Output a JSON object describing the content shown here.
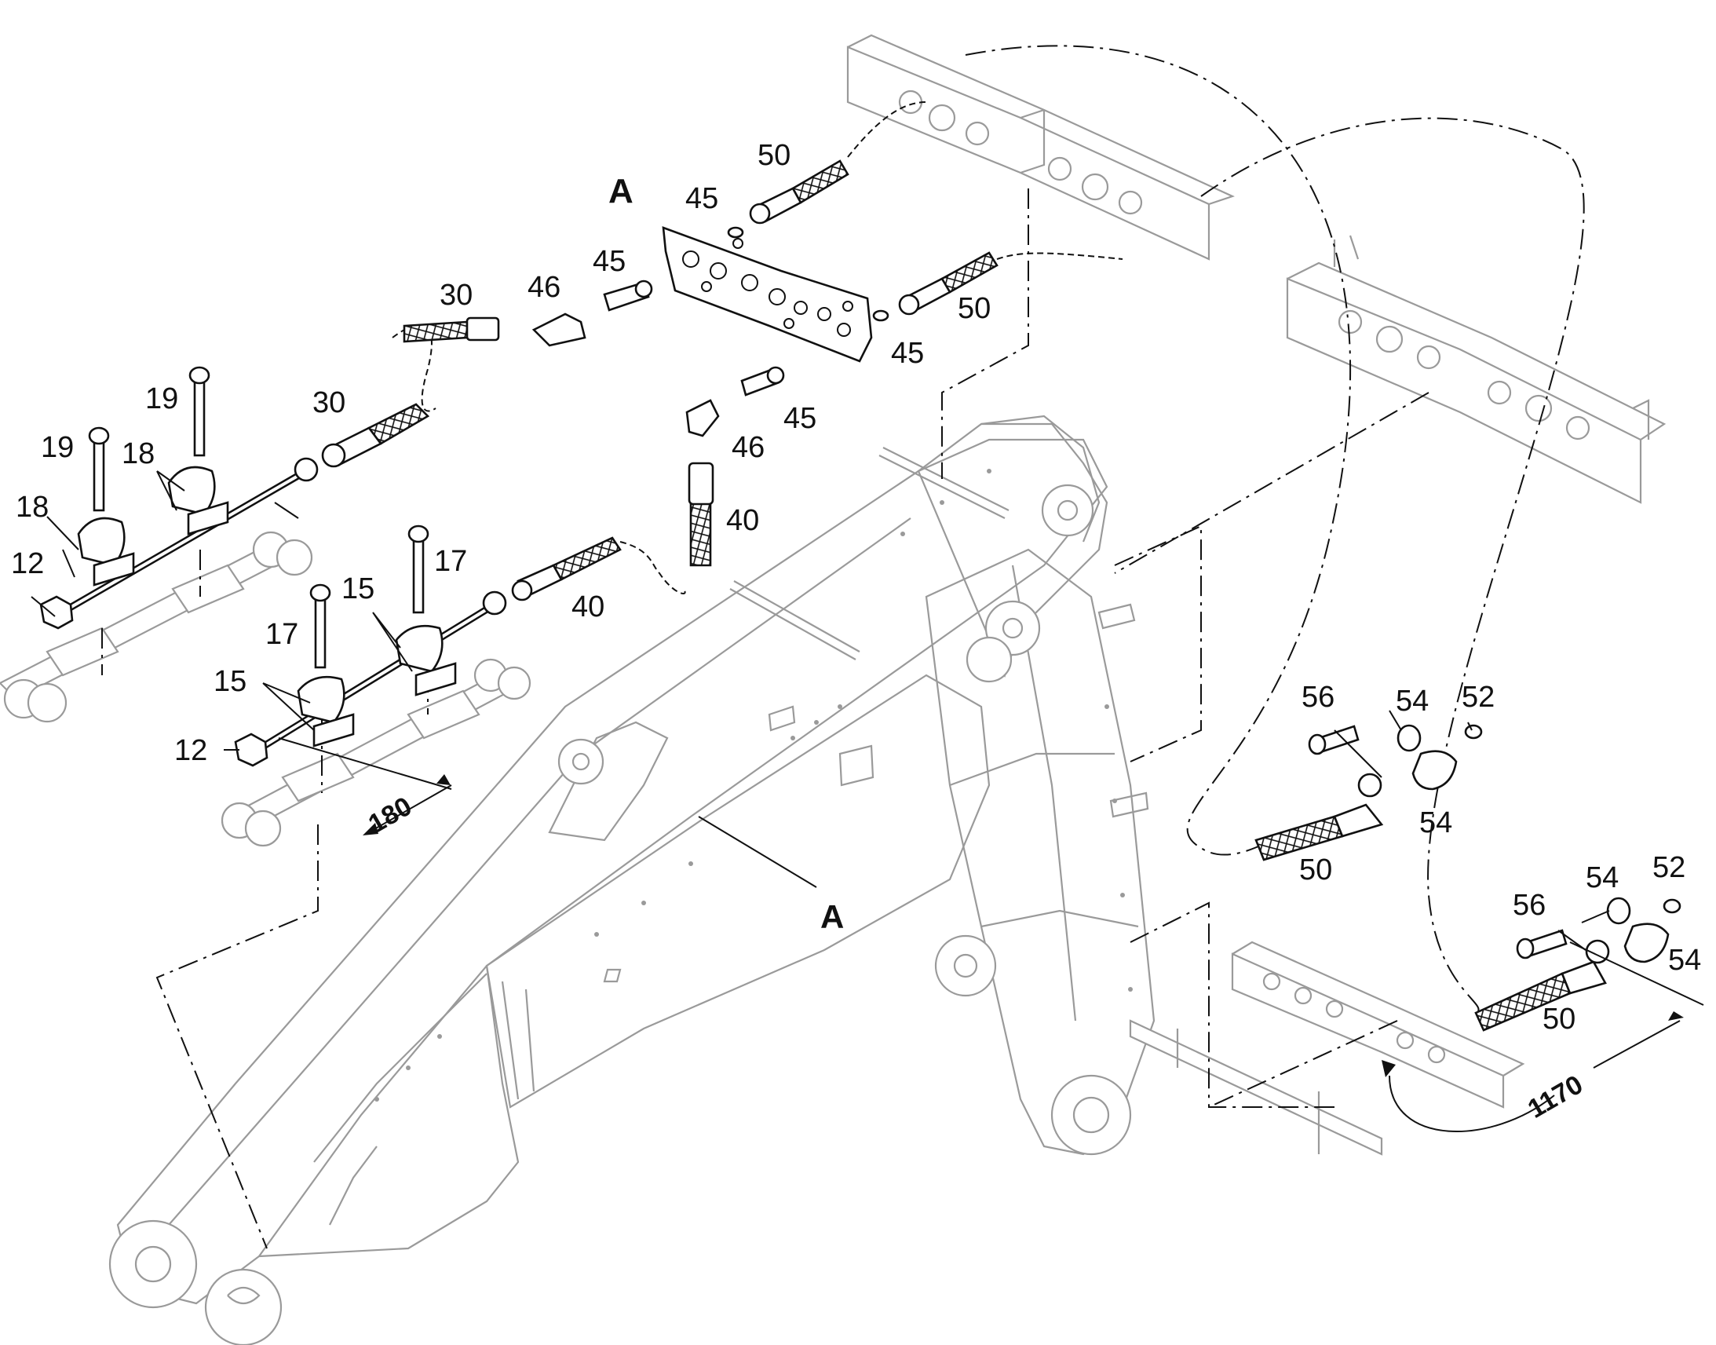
{
  "diagram": {
    "view_labels": {
      "detail_title": "A",
      "detail_callout": "A"
    },
    "dimensions": {
      "clamp_spacing": "180",
      "hose_length": "1170"
    },
    "part_labels": {
      "p12a": "12",
      "p12b": "12",
      "p15a": "15",
      "p15b": "15",
      "p17a": "17",
      "p17b": "17",
      "p18a": "18",
      "p18b": "18",
      "p19a": "19",
      "p19b": "19",
      "p30a": "30",
      "p30b": "30",
      "p40a": "40",
      "p40b": "40",
      "p45a": "45",
      "p45b": "45",
      "p45c": "45",
      "p45d": "45",
      "p46a": "46",
      "p46b": "46",
      "p50a": "50",
      "p50b": "50",
      "p50c": "50",
      "p50d": "50",
      "p52a": "52",
      "p52b": "52",
      "p54a": "54",
      "p54b": "54",
      "p54c": "54",
      "p54d": "54",
      "p56a": "56",
      "p56b": "56"
    }
  }
}
